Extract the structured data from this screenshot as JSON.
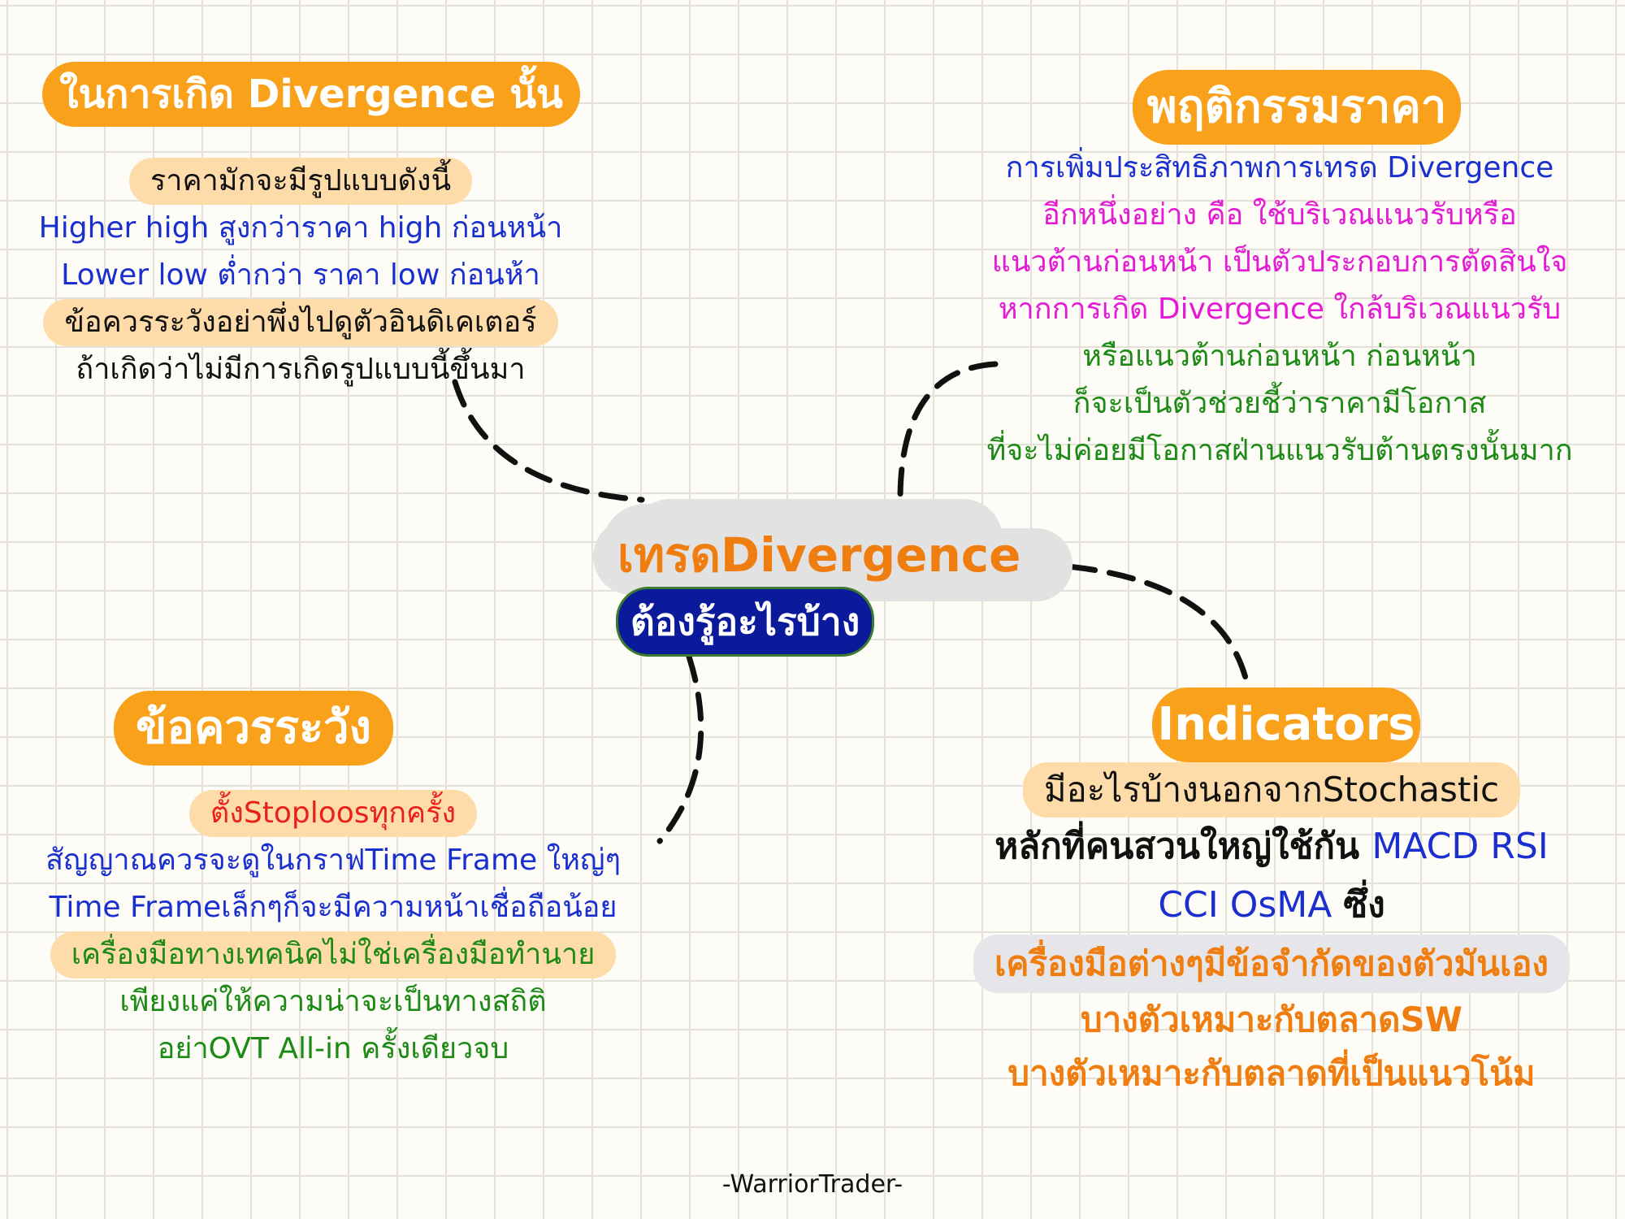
{
  "center": {
    "title": "เทรดDivergence",
    "subtitle": "ต้องรู้อะไรบ้าง"
  },
  "top_left": {
    "heading": "ในการเกิด Divergence นั้น",
    "lines": [
      "ราคามักจะมีรูปแบบดังนี้",
      "Higher high สูงกว่าราคา high ก่อนหน้า",
      "Lower low ต่ำกว่า ราคา low ก่อนห้า",
      "ข้อควรระวังอย่าพึ่งไปดูตัวอินดิเคเตอร์",
      "ถ้าเกิดว่าไม่มีการเกิดรูปแบบนี้ขึ้นมา"
    ]
  },
  "top_right": {
    "heading": "พฤติกรรมราคา",
    "lines": [
      "การเพิ่มประสิทธิภาพการเทรด Divergence",
      "อีกหนึ่งอย่าง คือ ใช้บริเวณแนวรับหรือ",
      "แนวต้านก่อนหน้า เป็นตัวประกอบการตัดสินใจ",
      "หากการเกิด Divergence ใกล้บริเวณแนวรับ",
      "หรือแนวต้านก่อนหน้า ก่อนหน้า",
      "ก็จะเป็นตัวช่วยชี้ว่าราคามีโอกาส",
      "ที่จะไม่ค่อยมีโอกาสฝ่านแนวรับต้านตรงนั้นมาก"
    ]
  },
  "bottom_left": {
    "heading": "ข้อควรระวัง",
    "lines": [
      "ตั้งStoploosทุกครั้ง",
      "สัญญาณควรจะดูในกราฟTime Frame ใหญ่ๆ",
      "Time Frameเล็กๆก็จะมีความหน้าเชื่อถือน้อย",
      "เครื่องมือทางเทคนิคไม่ใช่เครื่องมือทำนาย",
      "เพียงแค่ให้ความน่าจะเป็นทางสถิติ",
      "อย่าOVT All-in ครั้งเดียวจบ"
    ]
  },
  "bottom_right": {
    "heading": "Indicators",
    "line1": "มีอะไรบ้างนอกจากStochastic",
    "line2_a": "หลักที่คนสวนใหญ่ใช้กัน ",
    "line2_b": "MACD RSI",
    "line3_a": "CCI OsMA ",
    "line3_b": "ซึ่ง",
    "line4": "เครื่องมือต่างๆมีข้อจำกัดของตัวมันเอง",
    "line5": "บางตัวเหมาะกับตลาดSW",
    "line6": "บางตัวเหมาะกับตลาดที่เป็นแนวโน้ม"
  },
  "footer": "-WarriorTrader-",
  "colors": {
    "heading_pill": "#f9a11b",
    "highlight": "#fddcaa",
    "center_pill": "#0a1a9a",
    "blue_text": "#1a2fd0",
    "magenta_text": "#e41ad6",
    "green_text": "#1d8a16",
    "orange_text": "#f07d0f",
    "red_text": "#e8211a"
  }
}
